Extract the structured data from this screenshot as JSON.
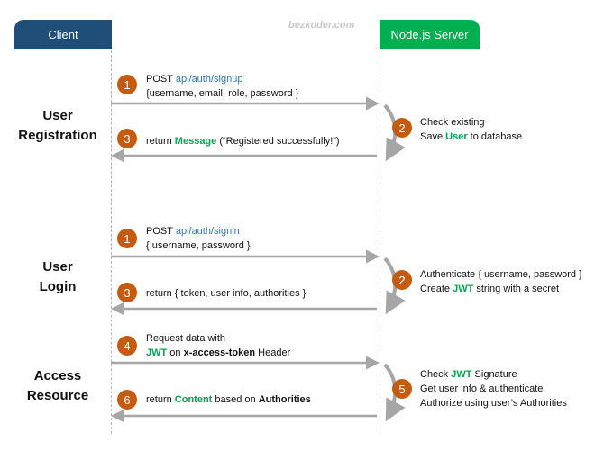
{
  "header": {
    "client": "Client",
    "server": "Node.js Server",
    "watermark": "bezkoder.com"
  },
  "sections": {
    "registration": {
      "title_line1": "User",
      "title_line2": "Registration",
      "step1": {
        "badge": "1",
        "method": "POST",
        "endpoint": "api/auth/signup",
        "body": "{username, email, role, password }"
      },
      "step2": {
        "badge": "2",
        "line1": "Check existing",
        "line2_pre": "Save ",
        "line2_bold": "User",
        "line2_post": " to database"
      },
      "step3": {
        "badge": "3",
        "pre": "return ",
        "bold": "Message",
        "post": " (“Registered successfully!”)"
      }
    },
    "login": {
      "title_line1": "User",
      "title_line2": "Login",
      "step1": {
        "badge": "1",
        "method": "POST",
        "endpoint": "api/auth/signin",
        "body": "{ username, password }"
      },
      "step2": {
        "badge": "2",
        "line1": "Authenticate { username, password }",
        "line2_pre": "Create ",
        "line2_bold": "JWT",
        "line2_post": " string with a secret"
      },
      "step3": {
        "badge": "3",
        "text": "return { token, user info, authorities }"
      }
    },
    "access": {
      "title_line1": "Access",
      "title_line2": "Resource",
      "step4": {
        "badge": "4",
        "line1": "Request  data with",
        "jwt": "JWT",
        "mid": " on ",
        "header": "x-access-token",
        "post": " Header"
      },
      "step5": {
        "badge": "5",
        "line1_pre": "Check ",
        "line1_bold": "JWT",
        "line1_post": " Signature",
        "line2": "Get user info & authenticate",
        "line3": "Authorize using user’s Authorities"
      },
      "step6": {
        "badge": "6",
        "pre": "return ",
        "content": "Content",
        "mid": " based on ",
        "authorities": "Authorities"
      }
    }
  }
}
